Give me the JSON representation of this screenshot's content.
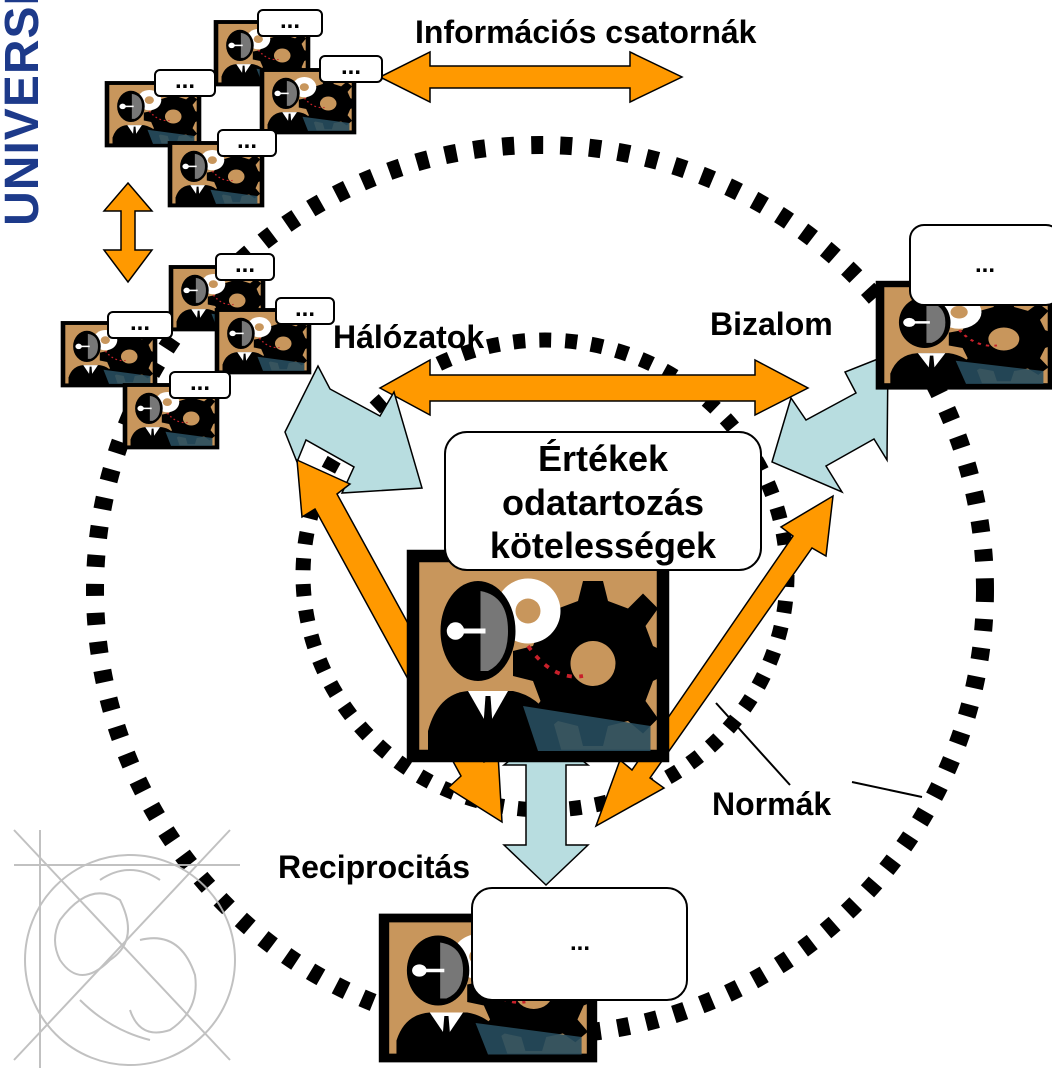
{
  "side_text": "UNIVERSITY OF SZE",
  "labels": {
    "info_channels": "Információs csatornák",
    "networks": "Hálózatok",
    "trust": "Bizalom",
    "values_line1": "Értékek",
    "values_line2": "odatartozás",
    "values_line3": "kötelességek",
    "norms": "Normák",
    "reciprocity": "Reciprocitás"
  },
  "bubbles": {
    "small": [
      "...",
      "...",
      "...",
      "...",
      "...",
      "...",
      "...",
      "..."
    ],
    "right": "...",
    "bottom": "..."
  },
  "colors": {
    "orange_arrow": "#ff9900",
    "light_blue_arrow": "#b8dde0",
    "border_dark": "#000000",
    "brand_blue": "#1d3a8a",
    "picture_bg": "#c8965c"
  }
}
